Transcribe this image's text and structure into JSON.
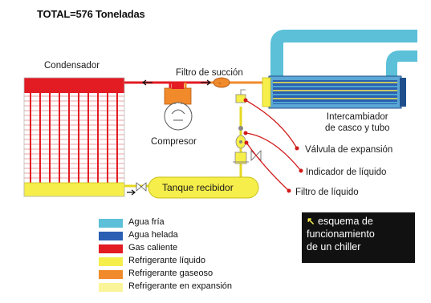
{
  "title": "TOTAL=576 Toneladas",
  "labels": {
    "condensador": "Condensador",
    "filtro_succion": "Filtro de succión",
    "compresor": "Compresor",
    "intercambiador_1": "Intercambiador",
    "intercambiador_2": "de casco y tubo",
    "valvula_expansion": "Válvula de expansión",
    "indicador_liquido": "Indicador de líquido",
    "filtro_liquido": "Filtro de líquido",
    "tanque_recibidor": "Tanque recibidor"
  },
  "legend": [
    {
      "label": "Agua fría",
      "color": "#5bc0d8"
    },
    {
      "label": "Agua helada",
      "color": "#2a5fb3"
    },
    {
      "label": "Gas caliente",
      "color": "#e31b23"
    },
    {
      "label": "Refrigerante líquido",
      "color": "#f6ee4a"
    },
    {
      "label": "Refrigerante gaseoso",
      "color": "#f08a2a"
    },
    {
      "label": "Refrigerante en expansión",
      "color": "#fbf59a"
    }
  ],
  "note": {
    "line1": "esquema de",
    "line2": "funcionamiento",
    "line3": "de un chiller"
  },
  "colors": {
    "hot_gas": "#e31b23",
    "liquid": "#f6ee4a",
    "gas": "#f08a2a",
    "cold_water": "#5bc0d8",
    "chilled_water": "#2a5fb3",
    "callout": "#d11a1a"
  }
}
